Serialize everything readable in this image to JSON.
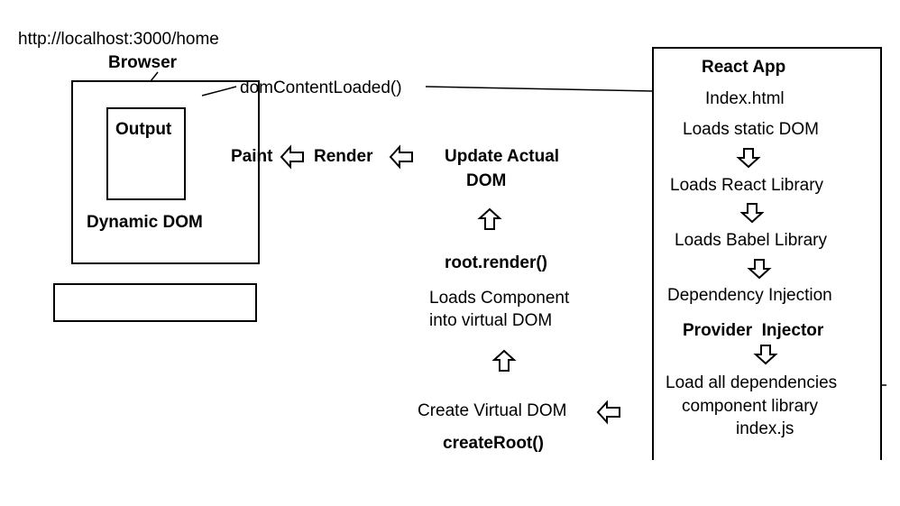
{
  "url": "http://localhost:3000/home",
  "browser": {
    "title": "Browser",
    "output_label": "Output",
    "dynamic_dom_label": "Dynamic DOM"
  },
  "connector_label": "domContentLoaded()",
  "pipeline": {
    "paint": "Paint",
    "render": "Render",
    "update_actual_dom_line1": "Update Actual",
    "update_actual_dom_line2": "DOM",
    "root_render": "root.render()",
    "loads_component_line1": "Loads Component",
    "loads_component_line2": "into virtual DOM",
    "create_virtual_dom": "Create Virtual DOM",
    "create_root": "createRoot()"
  },
  "react_app": {
    "title": "React App",
    "steps": [
      "Index.html",
      "Loads static DOM",
      "Loads React Library",
      "Loads Babel Library",
      "Dependency Injection",
      "Provider  Injector",
      "Load all dependencies",
      "component library",
      "index.js"
    ]
  },
  "colors": {
    "stroke": "#000000",
    "background": "#ffffff"
  },
  "icons": [
    "left-arrow-icon",
    "up-arrow-icon",
    "down-arrow-icon"
  ]
}
